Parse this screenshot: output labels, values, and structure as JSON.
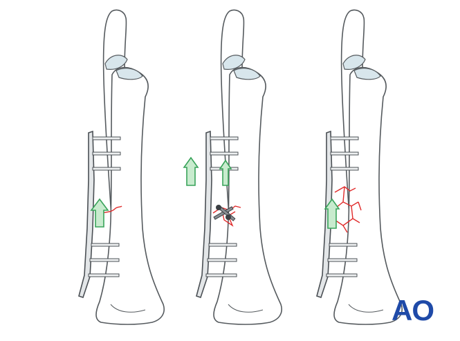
{
  "logo": {
    "text": "AO",
    "color": "#1f4aa8"
  },
  "colors": {
    "bone_fill": "#ffffff",
    "bone_outline": "#555a5e",
    "cartilage": "#d8e6ec",
    "plate_fill": "#e3e6e8",
    "plate_outline": "#4a4f54",
    "fracture_line": "#e02a2a",
    "arrow_fill": "#c8ebce",
    "arrow_outline": "#39a35a",
    "screw_head": "#3b3f43"
  },
  "panels": [
    {
      "id": "simple-fracture",
      "arrows": 1,
      "lag_screws": 0
    },
    {
      "id": "wedge-fracture-lag-screws",
      "arrows": 2,
      "lag_screws": 2
    },
    {
      "id": "comminuted-fracture",
      "arrows": 1,
      "lag_screws": 0
    }
  ]
}
